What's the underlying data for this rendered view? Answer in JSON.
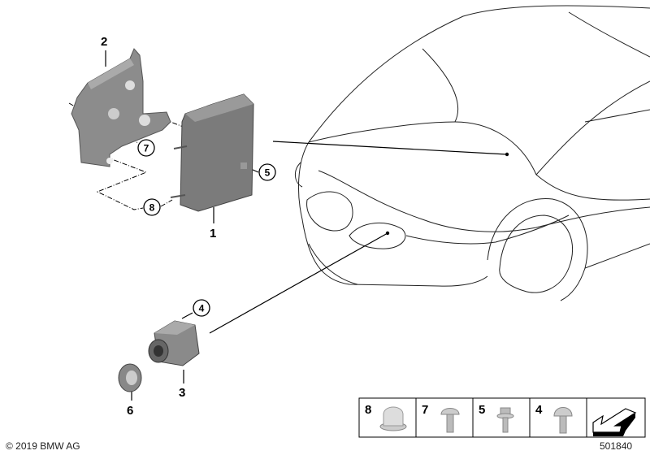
{
  "callouts": {
    "bracket": "2",
    "control_unit": "1",
    "screw_bracket": "7",
    "nut": "8",
    "screw_unit": "5",
    "screw_camera": "4",
    "camera": "3",
    "grommet": "6"
  },
  "legend": {
    "items": [
      {
        "number": "8",
        "icon": "cap-nut-icon"
      },
      {
        "number": "7",
        "icon": "button-head-screw-icon"
      },
      {
        "number": "5",
        "icon": "hex-flange-bolt-icon"
      },
      {
        "number": "4",
        "icon": "button-head-screw-icon"
      },
      {
        "number": "",
        "icon": "direction-arrow-icon"
      }
    ]
  },
  "footer": {
    "copyright": "© 2019 BMW AG",
    "diagram_number": "501840"
  }
}
